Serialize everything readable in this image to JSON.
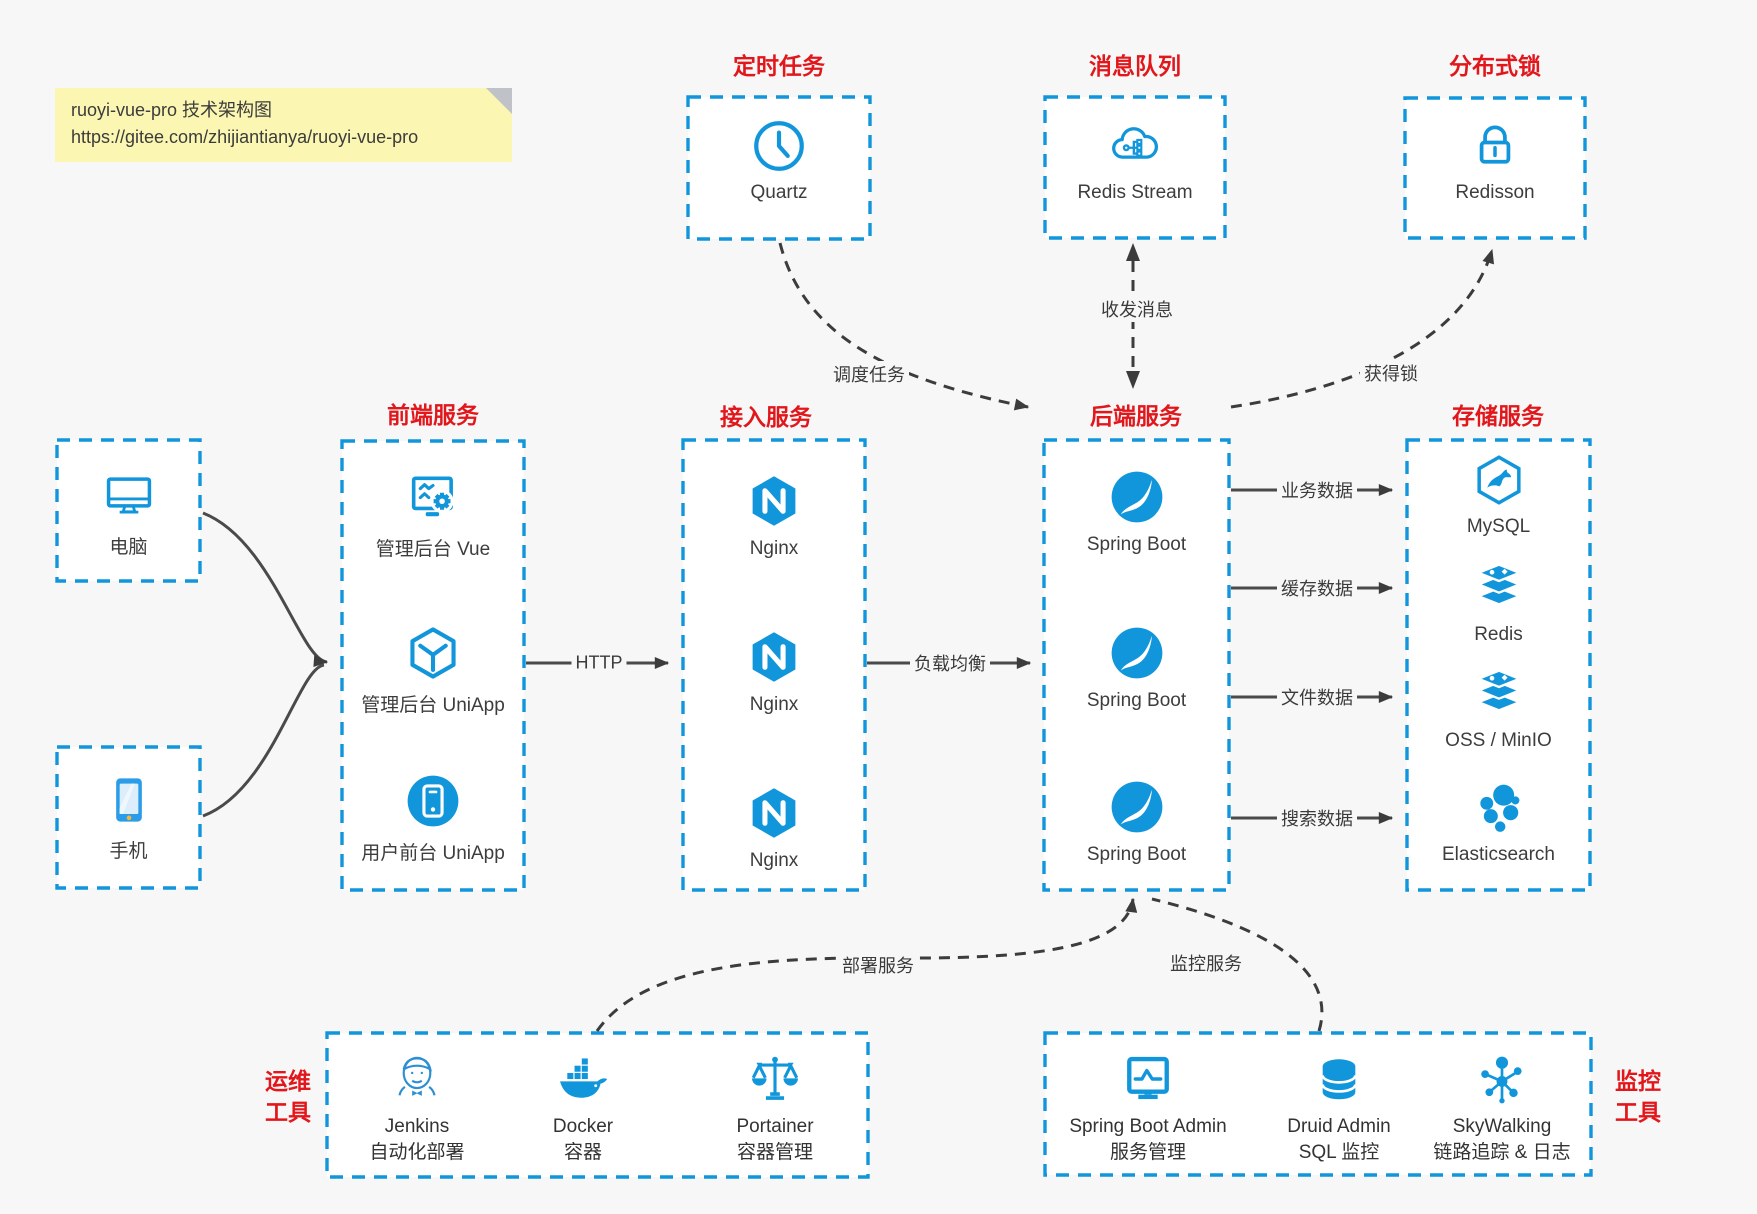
{
  "note": {
    "line1": "ruoyi-vue-pro 技术架构图",
    "line2": "https://gitee.com/zhijiantianya/ruoyi-vue-pro"
  },
  "colors": {
    "accent_blue": "#1296db",
    "title_red": "#e2171c",
    "note_yellow": "#fbf6b1",
    "arrow_dark": "#3c3c3c",
    "background": "#f7f7f7"
  },
  "sections": {
    "scheduled": {
      "title": "定时任务",
      "node": "Quartz"
    },
    "mq": {
      "title": "消息队列",
      "node": "Redis Stream"
    },
    "dlock": {
      "title": "分布式锁",
      "node": "Redisson"
    },
    "clients": {
      "pc": "电脑",
      "mobile": "手机"
    },
    "frontend": {
      "title": "前端服务",
      "nodes": [
        "管理后台 Vue",
        "管理后台 UniApp",
        "用户前台 UniApp"
      ]
    },
    "gateway": {
      "title": "接入服务",
      "nodes": [
        "Nginx",
        "Nginx",
        "Nginx"
      ]
    },
    "backend": {
      "title": "后端服务",
      "nodes": [
        "Spring Boot",
        "Spring Boot",
        "Spring Boot"
      ]
    },
    "storage": {
      "title": "存储服务",
      "nodes": [
        "MySQL",
        "Redis",
        "OSS / MinIO",
        "Elasticsearch"
      ]
    },
    "devops": {
      "title": [
        "运维",
        "工具"
      ],
      "nodes": [
        {
          "name": "Jenkins",
          "desc": "自动化部署"
        },
        {
          "name": "Docker",
          "desc": "容器"
        },
        {
          "name": "Portainer",
          "desc": "容器管理"
        }
      ]
    },
    "monitoring": {
      "title": [
        "监控",
        "工具"
      ],
      "nodes": [
        {
          "name": "Spring Boot Admin",
          "desc": "服务管理"
        },
        {
          "name": "Druid Admin",
          "desc": "SQL 监控"
        },
        {
          "name": "SkyWalking",
          "desc": "链路追踪 & 日志"
        }
      ]
    }
  },
  "edges": {
    "http": "HTTP",
    "lb": "负载均衡",
    "schedule": "调度任务",
    "msg": "收发消息",
    "lock": "获得锁",
    "biz": "业务数据",
    "cache": "缓存数据",
    "file": "文件数据",
    "search": "搜索数据",
    "deploy": "部署服务",
    "monitor": "监控服务"
  }
}
